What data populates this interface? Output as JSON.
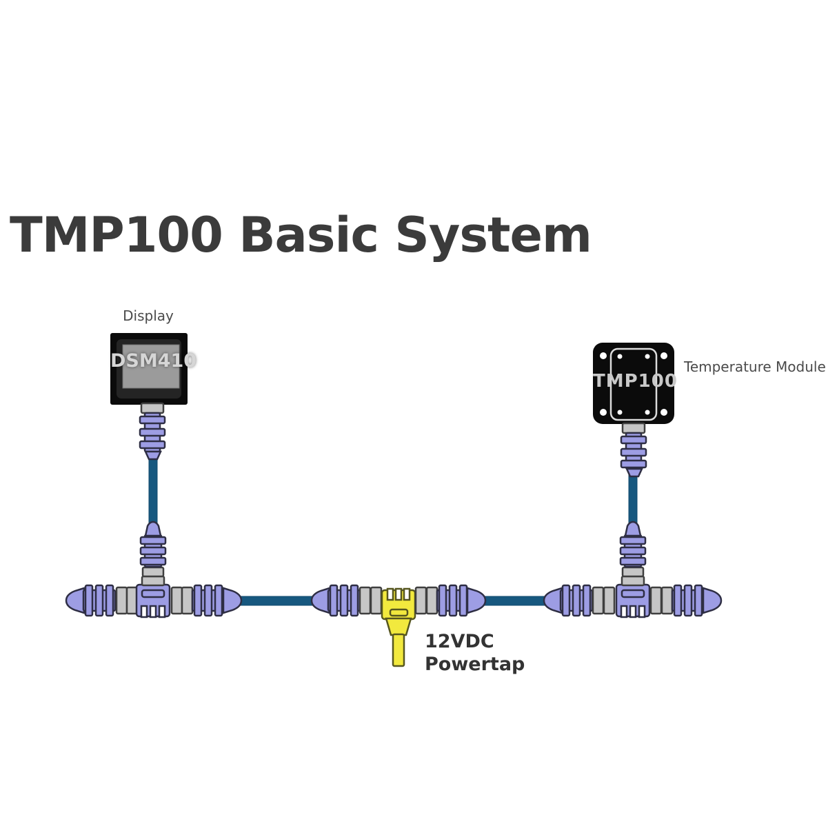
{
  "title": "TMP100 Basic System",
  "devices": {
    "display": {
      "caption": "Display",
      "model": "DSM410"
    },
    "temperature_module": {
      "caption": "Temperature Module",
      "model": "TMP100"
    },
    "powertap": {
      "caption_line1": "12VDC",
      "caption_line2": "Powertap"
    }
  },
  "colors": {
    "cable_blue": "#17587F",
    "connector_lavender": "#9D9DE4",
    "connector_gray": "#C6C6C6",
    "powertap_yellow": "#F2E93E",
    "device_black": "#0B0B0B",
    "title_text": "#3B3B3B",
    "label_text": "#4A4A4A"
  }
}
